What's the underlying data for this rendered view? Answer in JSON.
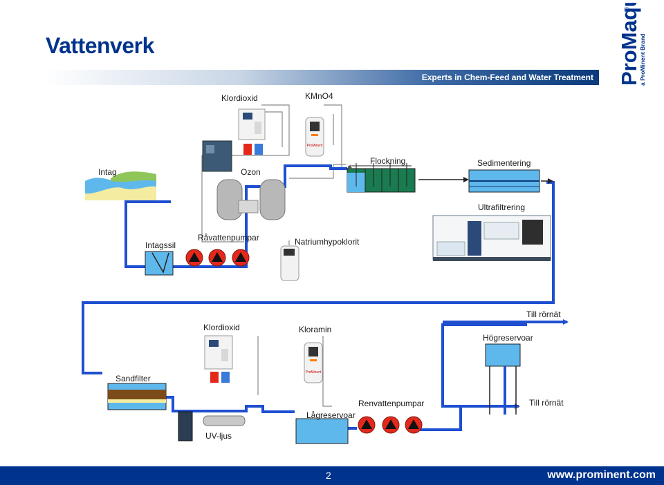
{
  "title": "Vattenverk",
  "tagline": "Experts in Chem-Feed and Water Treatment",
  "logo": {
    "brand": "ProMaqua",
    "registered": "®",
    "sub": "a ProMinent Brand"
  },
  "labels": {
    "klordioxid_top": "Klordioxid",
    "kmno4": "KMnO4",
    "intag": "Intag",
    "ozon": "Ozon",
    "flockning": "Flockning",
    "sedimentering": "Sedimentering",
    "ultrafiltrering": "Ultrafiltrering",
    "intagssil": "Intagssil",
    "ravattenpumpar": "Råvattenpumpar",
    "natriumhypoklorit": "Natriumhypoklorit",
    "till_rornat_top": "Till rörnät",
    "klordioxid_bottom": "Klordioxid",
    "kloramin": "Kloramin",
    "hogreservoar": "Högreservoar",
    "sandfilter": "Sandfilter",
    "renvattenpumpar": "Renvattenpumpar",
    "till_rornat_bottom": "Till rörnät",
    "lagreservoar": "Lågreservoar",
    "uv_ljus": "UV-ljus",
    "pump_brand": "ProMinent"
  },
  "footer": {
    "page_number": "2",
    "url": "www.prominent.com"
  },
  "colors": {
    "brand_blue": "#00338d",
    "pipe_blue": "#1f4fd1",
    "water": "#5fb8ec",
    "pump_red": "#e4281c",
    "sand": "#f4eca0",
    "grass": "#8ec65a"
  }
}
